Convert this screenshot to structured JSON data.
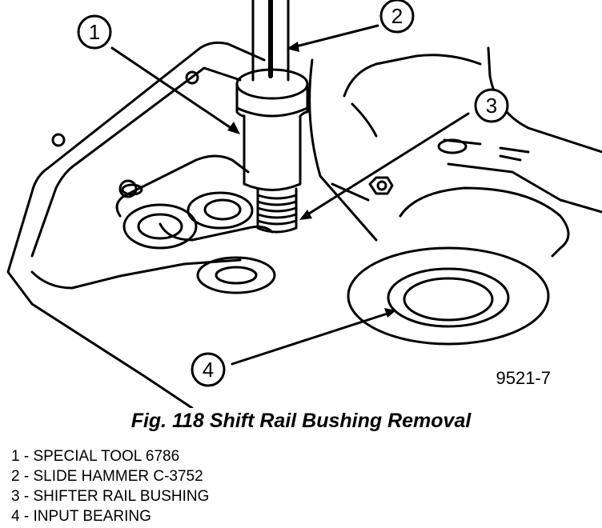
{
  "figure": {
    "drawing_code": "9521-7",
    "callouts": [
      "1",
      "2",
      "3",
      "4"
    ]
  },
  "caption": "Fig. 118 Shift Rail Bushing Removal",
  "legend": [
    "1 - SPECIAL TOOL 6786",
    "2 - SLIDE HAMMER C-3752",
    "3 - SHIFTER RAIL BUSHING",
    "4 - INPUT BEARING"
  ]
}
